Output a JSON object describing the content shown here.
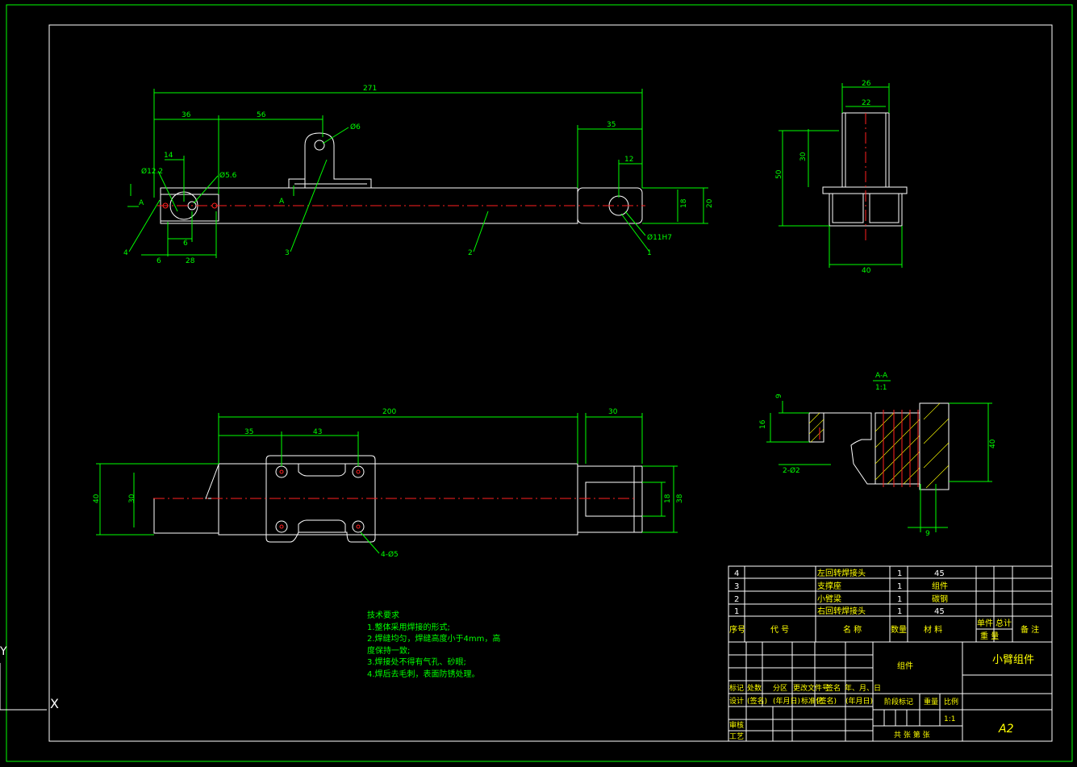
{
  "top_view": {
    "dims": {
      "total": "271",
      "d36": "36",
      "d56": "56",
      "d35": "35",
      "d12": "12",
      "d14": "14",
      "phi12_2": "Ø12.2",
      "phi5_6": "Ø5.6",
      "phi6": "Ø6",
      "d6a": "6",
      "d6b": "6",
      "d28": "28",
      "d18": "18",
      "d20": "20",
      "phi11": "Ø11H7"
    },
    "section_mark": "A",
    "balloons": [
      "4",
      "3",
      "2",
      "1"
    ]
  },
  "side_view": {
    "dims": {
      "d26": "26",
      "d22": "22",
      "d30": "30",
      "d50": "50",
      "d40": "40"
    }
  },
  "bottom_view": {
    "dims": {
      "d200": "200",
      "d30": "30",
      "d35": "35",
      "d43": "43",
      "d40": "40",
      "d30v": "30",
      "d18": "18",
      "d38": "38",
      "holes": "4-Ø5"
    }
  },
  "section_view": {
    "title": "A-A",
    "scale": "1:1",
    "dims": {
      "d9": "9",
      "d16": "16",
      "holes": "2-Ø2",
      "d40": "40",
      "d9b": "9"
    }
  },
  "tech_notes": {
    "title": "技术要求",
    "items": [
      "1.整体采用焊接的形式;",
      "2.焊缝均匀，焊缝高度小于4mm，高",
      "度保持一致;",
      "3.焊接处不得有气孔、砂眼;",
      "4.焊后去毛刺，表面防锈处理。"
    ]
  },
  "bom": {
    "rows": [
      {
        "no": "4",
        "name": "左回转焊接头",
        "qty": "1",
        "material": "45"
      },
      {
        "no": "3",
        "name": "支撑座",
        "qty": "1",
        "material": "组件"
      },
      {
        "no": "2",
        "name": "小臂梁",
        "qty": "1",
        "material": "碳钢"
      },
      {
        "no": "1",
        "name": "右回转焊接头",
        "qty": "1",
        "material": "45"
      }
    ],
    "headers": {
      "no": "序号",
      "code": "代 号",
      "name": "名 称",
      "qty": "数量",
      "material": "材 料",
      "unit": "单件",
      "total": "总计",
      "weight": "重 量",
      "remark": "备 注"
    }
  },
  "title_block": {
    "part_type": "组件",
    "drawing_name": "小臂组件",
    "mark": "标记",
    "count": "处数",
    "zone": "分区",
    "change_doc": "更改文件号",
    "sign": "签名",
    "date": "年、月、日",
    "design": "设计",
    "sign2": "(签名)",
    "date2": "(年月日)",
    "std": "标准化",
    "sign3": "(签名)",
    "date3": "(年月日)",
    "stage": "阶段标记",
    "weight": "重量",
    "scale_lbl": "比例",
    "scale": "1:1",
    "review": "审核",
    "process": "工艺",
    "sheets": "共 张 第 张",
    "format": "A2"
  },
  "ucs": {
    "x": "X",
    "y": "Y"
  }
}
